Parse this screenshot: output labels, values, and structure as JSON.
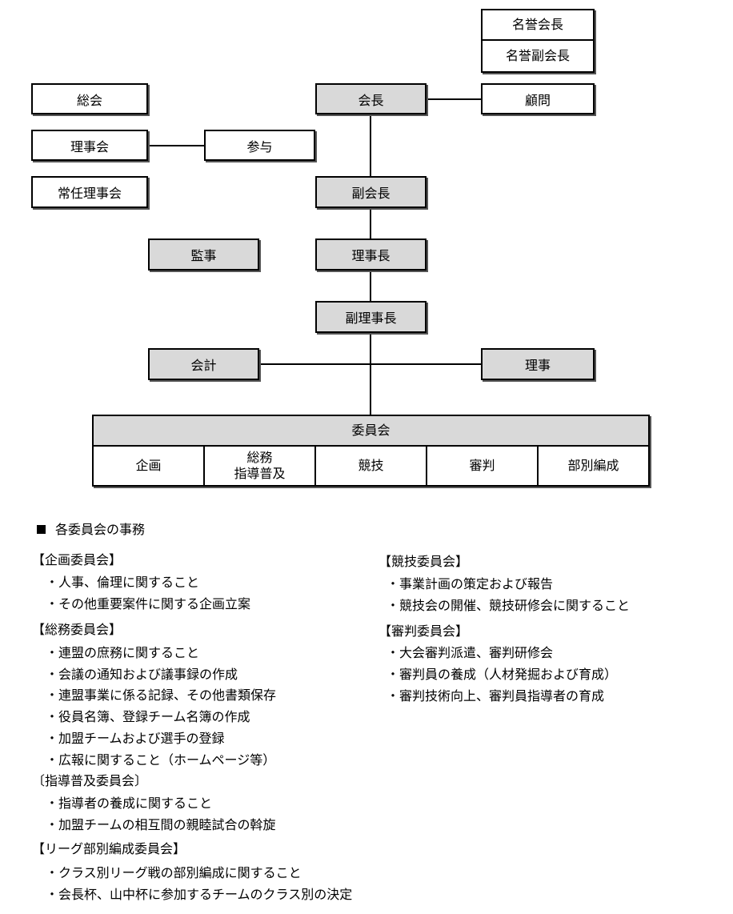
{
  "org_chart": {
    "honorary_president": "名誉会長",
    "honorary_vice_president": "名誉副会長",
    "general_assembly": "総会",
    "president": "会長",
    "advisor": "顧問",
    "board": "理事会",
    "councilor": "参与",
    "standing_board": "常任理事会",
    "vice_president": "副会長",
    "auditor": "監事",
    "chairman": "理事長",
    "vice_chairman": "副理事長",
    "accountant": "会計",
    "director": "理事",
    "committee": {
      "title": "委員会",
      "units": [
        "企画",
        "総務",
        "指導普及",
        "競技",
        "審判",
        "部別編成"
      ]
    }
  },
  "duties": {
    "heading": "各委員会の事務",
    "left": [
      {
        "title": "【企画委員会】",
        "items": [
          "・人事、倫理に関すること",
          "・その他重要案件に関する企画立案"
        ]
      },
      {
        "title": "【総務委員会】",
        "items": [
          "・連盟の庶務に関すること",
          "・会議の通知および議事録の作成",
          "・連盟事業に係る記録、その他書類保存",
          "・役員名簿、登録チーム名簿の作成",
          "・加盟チームおよび選手の登録",
          "・広報に関すること（ホームページ等）"
        ]
      },
      {
        "title": "〔指導普及委員会〕",
        "items": [
          "・指導者の養成に関すること",
          "・加盟チームの相互間の親睦試合の斡旋"
        ]
      },
      {
        "title": "【リーグ部別編成委員会】",
        "items": [
          "・クラス別リーグ戦の部別編成に関すること",
          "・会長杯、山中杯に参加するチームのクラス別の決定"
        ]
      }
    ],
    "right": [
      {
        "title": "【競技委員会】",
        "items": [
          "・事業計画の策定および報告",
          "・競技会の開催、競技研修会に関すること"
        ]
      },
      {
        "title": "【審判委員会】",
        "items": [
          "・大会審判派遣、審判研修会",
          "・審判員の養成（人材発掘および育成）",
          "・審判技術向上、審判員指導者の育成"
        ]
      }
    ]
  }
}
